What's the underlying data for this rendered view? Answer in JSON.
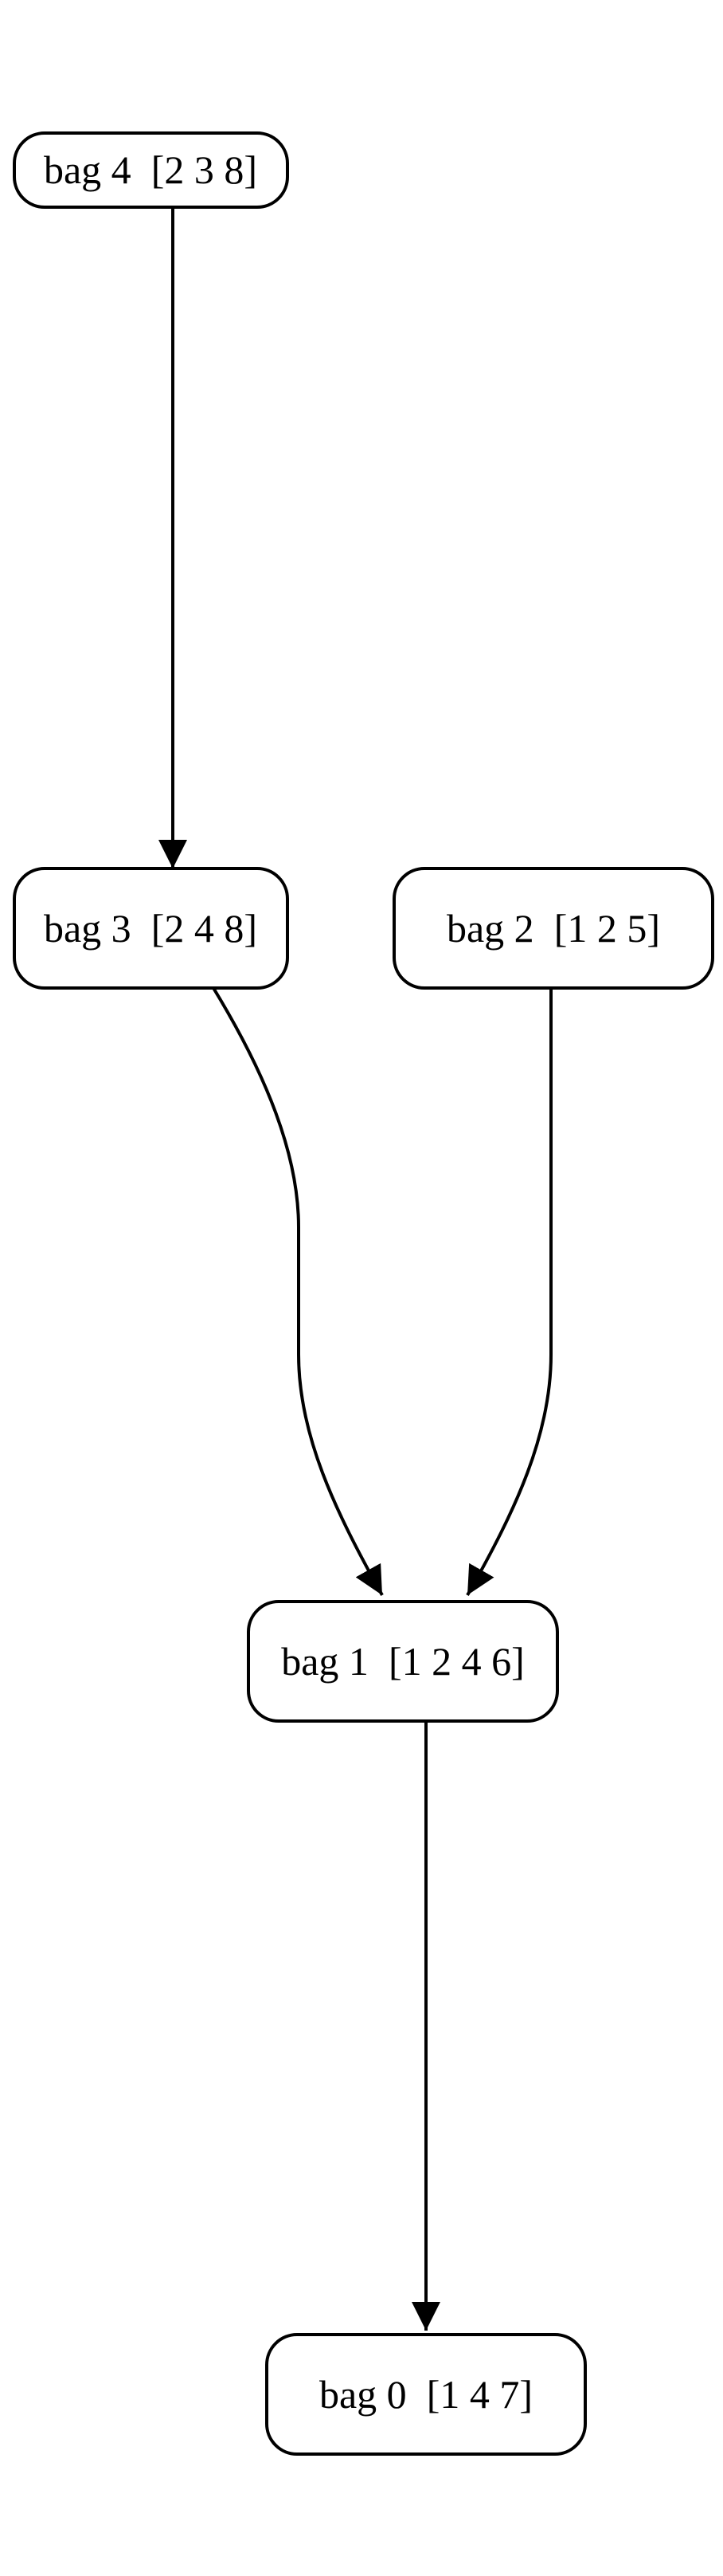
{
  "diagram": {
    "colors": {
      "stroke": "#000000",
      "node_fill": "#ffffff",
      "background": "#ffffff"
    },
    "nodes": [
      {
        "id": "bag4",
        "name": "bag 4",
        "vertices": "[2 3 8]"
      },
      {
        "id": "bag3",
        "name": "bag 3",
        "vertices": "[2 4 8]"
      },
      {
        "id": "bag2",
        "name": "bag 2",
        "vertices": "[1 2 5]"
      },
      {
        "id": "bag1",
        "name": "bag 1",
        "vertices": "[1 2 4 6]"
      },
      {
        "id": "bag0",
        "name": "bag 0",
        "vertices": "[1 4 7]"
      }
    ],
    "edges": [
      {
        "from": "bag4",
        "to": "bag3"
      },
      {
        "from": "bag3",
        "to": "bag1"
      },
      {
        "from": "bag2",
        "to": "bag1"
      },
      {
        "from": "bag1",
        "to": "bag0"
      }
    ]
  }
}
